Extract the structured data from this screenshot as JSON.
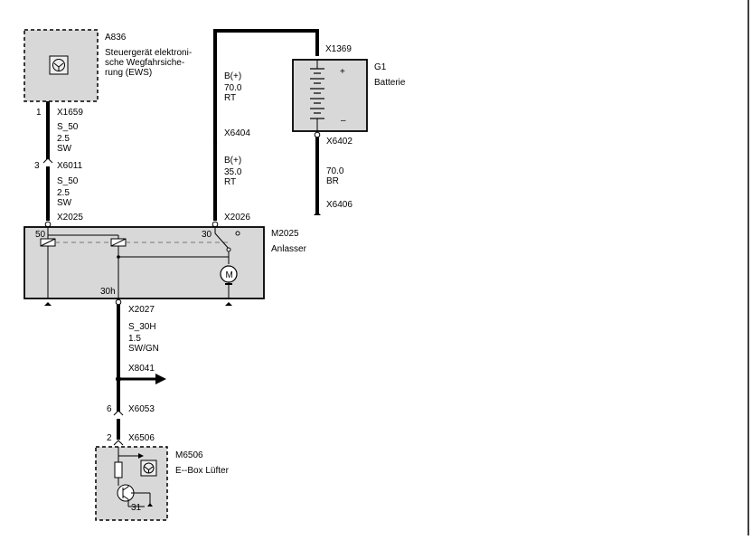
{
  "components": {
    "ews": {
      "id": "A836",
      "desc1": "Steuergerät elektroni-",
      "desc2": "sche Wegfahrsiche-",
      "desc3": "rung (EWS)"
    },
    "battery": {
      "id": "G1",
      "name": "Batterie",
      "plus": "+",
      "minus": "–"
    },
    "starter": {
      "id": "M2025",
      "name": "Anlasser",
      "pin50": "50",
      "pin30": "30",
      "pin30h": "30h",
      "motor": "M"
    },
    "fan": {
      "id": "M6506",
      "name": "E--Box Lüfter",
      "pin31": "31"
    }
  },
  "connectors": {
    "x1659": "X1659",
    "x1659_pin": "1",
    "x6011": "X6011",
    "x6011_pin": "3",
    "x2025": "X2025",
    "x1369": "X1369",
    "x6404": "X6404",
    "x2026": "X2026",
    "x6402": "X6402",
    "x6406": "X6406",
    "x2027": "X2027",
    "x8041": "X8041",
    "x6053": "X6053",
    "x6053_pin": "6",
    "x6506": "X6506",
    "x6506_pin": "2"
  },
  "wires": {
    "w1": {
      "signal": "S_50",
      "size": "2.5",
      "color": "SW"
    },
    "w2": {
      "signal": "S_50",
      "size": "2.5",
      "color": "SW"
    },
    "w3": {
      "signal": "B(+)",
      "size": "70.0",
      "color": "RT"
    },
    "w4": {
      "signal": "B(+)",
      "size": "35.0",
      "color": "RT"
    },
    "w5": {
      "size": "70.0",
      "color": "BR"
    },
    "w6": {
      "signal": "S_30H",
      "size": "1.5",
      "color": "SW/GN"
    }
  }
}
